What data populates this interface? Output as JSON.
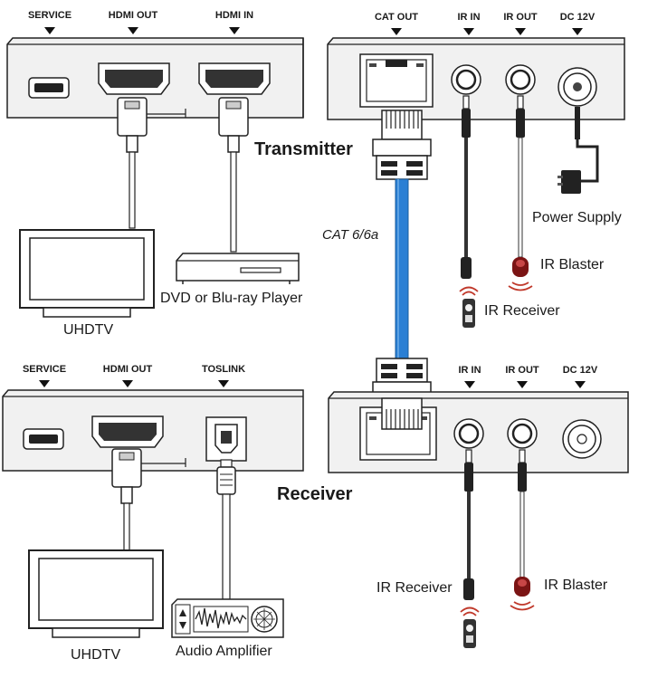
{
  "transmitter": {
    "title": "Transmitter",
    "left_ports": {
      "service": "SERVICE",
      "hdmi_out": "HDMI OUT",
      "hdmi_in": "HDMI IN"
    },
    "right_ports": {
      "cat_out": "CAT OUT",
      "ir_in": "IR IN",
      "ir_out": "IR OUT",
      "dc": "DC 12V"
    }
  },
  "receiver": {
    "title": "Receiver",
    "left_ports": {
      "service": "SERVICE",
      "hdmi_out": "HDMI OUT",
      "toslink": "TOSLINK"
    },
    "right_ports": {
      "ir_in": "IR IN",
      "ir_out": "IR OUT",
      "dc": "DC 12V"
    }
  },
  "cable": {
    "label": "CAT 6/6a",
    "color": "#2a7fd4"
  },
  "devices": {
    "tx_display": "UHDTV",
    "source_player": "DVD or Blu-ray Player",
    "power_supply": "Power Supply",
    "tx_ir_blaster": "IR Blaster",
    "tx_ir_receiver": "IR Receiver",
    "rx_display": "UHDTV",
    "audio_amp": "Audio Amplifier",
    "rx_ir_receiver": "IR Receiver",
    "rx_ir_blaster": "IR Blaster"
  },
  "icons": [
    "arrow-down-icon",
    "hdmi-port-icon",
    "micro-usb-port-icon",
    "rj45-port-icon",
    "audio-jack-icon",
    "dc-jack-icon",
    "toslink-port-icon",
    "tv-icon",
    "dvd-player-icon",
    "power-adapter-icon",
    "ir-blaster-icon",
    "ir-receiver-icon",
    "audio-amplifier-icon"
  ]
}
